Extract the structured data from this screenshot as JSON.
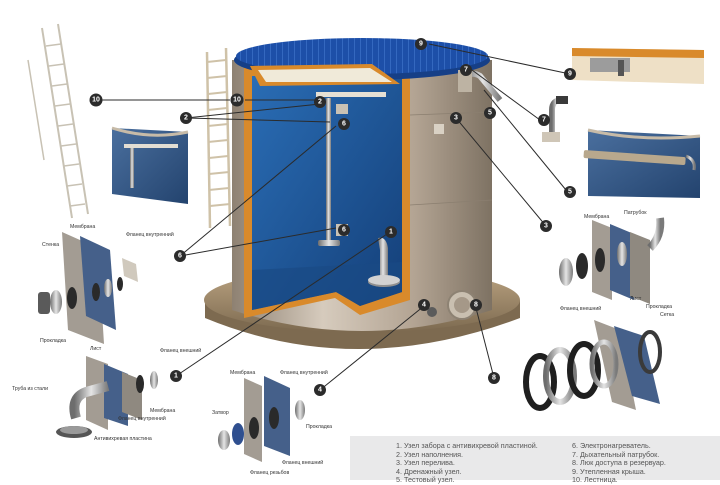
{
  "markers": {
    "m1a": "1",
    "m1b": "1",
    "m2": "2",
    "m3a": "3",
    "m3b": "3",
    "m4a": "4",
    "m4b": "4",
    "m5": "5",
    "m6a": "6",
    "m6b": "6",
    "m6c": "6",
    "m7a": "7",
    "m7b": "7",
    "m8": "8",
    "m9a": "9",
    "m9b": "9",
    "m10a": "10",
    "m10b": "10"
  },
  "callouts": {
    "membrane_left": "Мембрана",
    "flange_inner_left": "Фланец внутренний",
    "wall_left": "Стенка",
    "gasket_left": "Прокладка",
    "sheet_left": "Лист",
    "flange_outer_left": "Фланец внешний",
    "pipe_steel": "Труба из стали",
    "membrane_left2": "Мембрана",
    "flange_inner_left2": "Фланец внутренний",
    "anti_vortex": "Антивихревая пластина",
    "membrane_mid": "Мембрана",
    "flange_inner_mid": "Фланец внутренний",
    "gasket_mid": "Прокладка",
    "gate": "Затвор",
    "flange_inner_mid2": "Фланец внешний",
    "flange_thread": "Фланец резьбов",
    "membrane_right": "Мембрана",
    "nozzle_right": "Патрубок",
    "sheet_right": "Лист",
    "gasket_right": "Прокладка",
    "flange_outer_right": "Фланец внешний",
    "grid_right": "Сетка"
  },
  "legend": {
    "col1": [
      "1. Узел забора с антивихревой пластиной.",
      "2. Узел наполнения.",
      "3. Узел перелива.",
      "4. Дренажный узел.",
      "5. Тестовый узел."
    ],
    "col2": [
      "6. Электронагреватель.",
      "7. Дыхательный патрубок.",
      "8. Люк доступа в резервуар.",
      "9. Утепленная крыша.",
      "10. Лестница."
    ]
  },
  "colors": {
    "tank_shell": "#b9aa98",
    "tank_interior": "#1f5fa3",
    "roof": "#1d4fa8",
    "insulation": "#d98a2b",
    "marker": "#2b2b2b",
    "base": "#a58e6c"
  }
}
